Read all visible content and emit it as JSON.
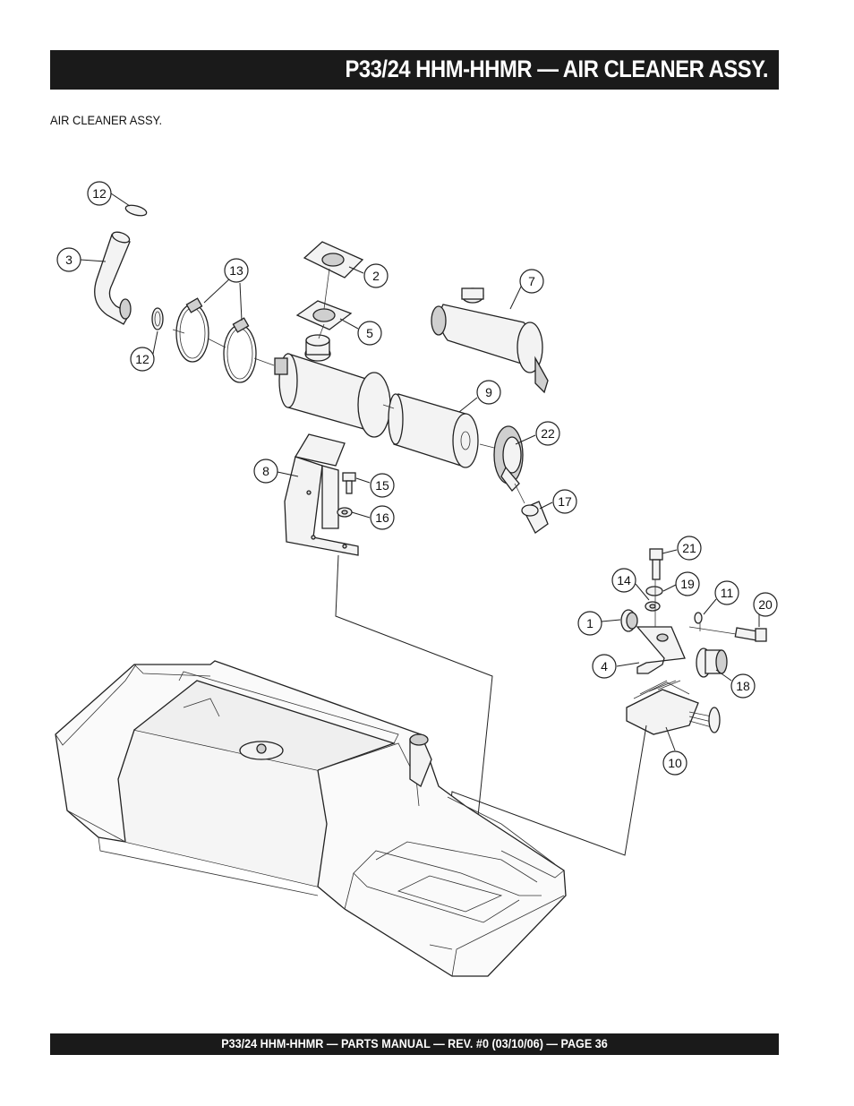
{
  "header": {
    "title": "P33/24 HHM-HHMR — AIR CLEANER ASSY."
  },
  "subtitle": "AIR CLEANER ASSY.",
  "callouts": [
    "12",
    "3",
    "13",
    "2",
    "7",
    "5",
    "12",
    "9",
    "22",
    "8",
    "15",
    "16",
    "17",
    "21",
    "14",
    "19",
    "11",
    "20",
    "1",
    "4",
    "18",
    "10"
  ],
  "footer": {
    "text": "P33/24 HHM-HHMR — PARTS MANUAL — REV. #0 (03/10/06) — PAGE 36"
  },
  "colors": {
    "bar": "#1a1a1a",
    "bar_text": "#ffffff",
    "line": "#222222"
  }
}
